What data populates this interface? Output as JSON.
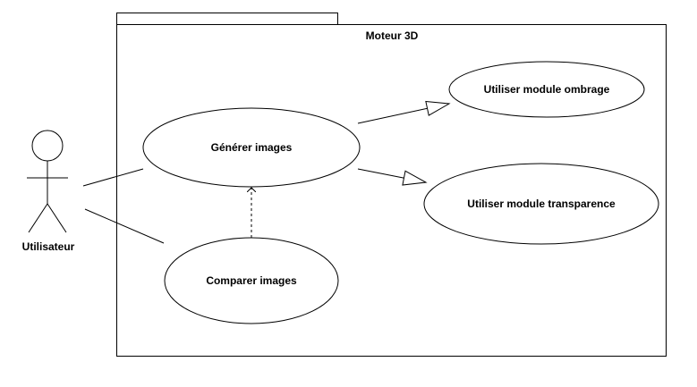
{
  "diagram": {
    "system": {
      "name": "Moteur 3D"
    },
    "actor": {
      "name": "Utilisateur"
    },
    "use_cases": {
      "generer": "Générer images",
      "comparer": "Comparer images",
      "ombrage": "Utiliser module ombrage",
      "transparence": "Utiliser module transparence"
    }
  },
  "colors": {
    "stroke": "#000000",
    "background": "#ffffff"
  }
}
